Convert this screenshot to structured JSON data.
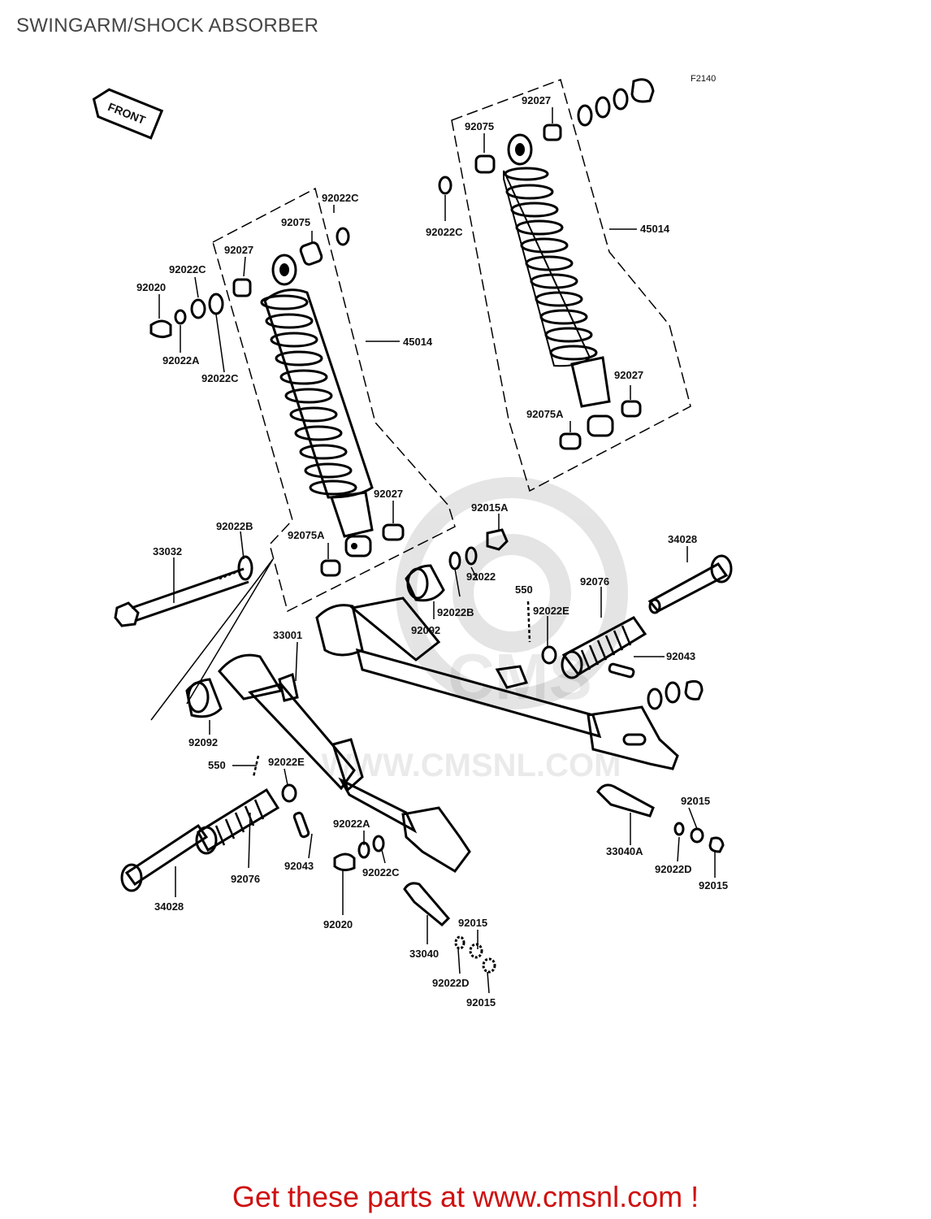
{
  "page": {
    "title": "SWINGARM/SHOCK ABSORBER"
  },
  "diagram": {
    "figure_code": "F2140",
    "front_arrow": "FRONT",
    "labels": [
      "92027",
      "92075",
      "92022C",
      "45014",
      "92022C",
      "92075",
      "92027",
      "92022C",
      "92020",
      "92022A",
      "92022C",
      "45014",
      "92027",
      "92075A",
      "92027",
      "92075A",
      "92015A",
      "34028",
      "92022B",
      "33032",
      "92022",
      "550",
      "92076",
      "92022B",
      "92092",
      "92022E",
      "33001",
      "92043",
      "92092",
      "550",
      "92022E",
      "92015",
      "33040A",
      "92022D",
      "92015",
      "92022A",
      "92022C",
      "92043",
      "92076",
      "34028",
      "92020",
      "92015",
      "33040",
      "92022D",
      "92015"
    ]
  },
  "watermark": {
    "text": "WWW.CMSNL.COM",
    "logo": "CMS"
  },
  "footer": {
    "link_text": "Get these parts at www.cmsnl.com !"
  }
}
